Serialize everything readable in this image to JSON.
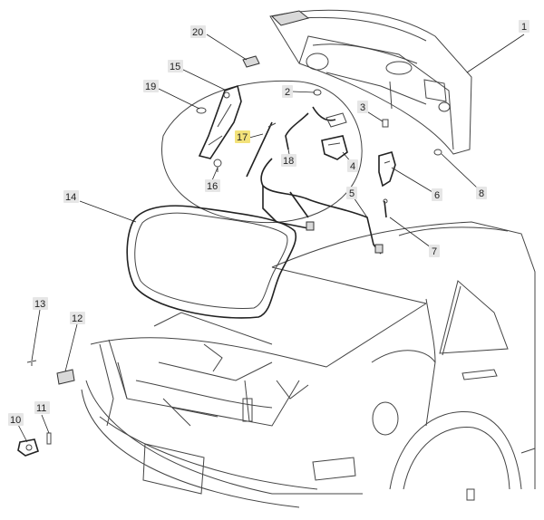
{
  "callouts": [
    {
      "id": "c1",
      "label": "1"
    },
    {
      "id": "c2",
      "label": "2"
    },
    {
      "id": "c3",
      "label": "3"
    },
    {
      "id": "c4",
      "label": "4"
    },
    {
      "id": "c5",
      "label": "5"
    },
    {
      "id": "c6",
      "label": "6"
    },
    {
      "id": "c7",
      "label": "7"
    },
    {
      "id": "c8",
      "label": "8"
    },
    {
      "id": "c10",
      "label": "10"
    },
    {
      "id": "c11",
      "label": "11"
    },
    {
      "id": "c12",
      "label": "12"
    },
    {
      "id": "c13",
      "label": "13"
    },
    {
      "id": "c14",
      "label": "14"
    },
    {
      "id": "c15",
      "label": "15"
    },
    {
      "id": "c16",
      "label": "16"
    },
    {
      "id": "c17",
      "label": "17"
    },
    {
      "id": "c18",
      "label": "18"
    },
    {
      "id": "c19",
      "label": "19"
    },
    {
      "id": "c20",
      "label": "20"
    }
  ],
  "colors": {
    "line": "#333333",
    "callout_bg": "#e6e6e6",
    "highlight": "#f3e27a"
  }
}
